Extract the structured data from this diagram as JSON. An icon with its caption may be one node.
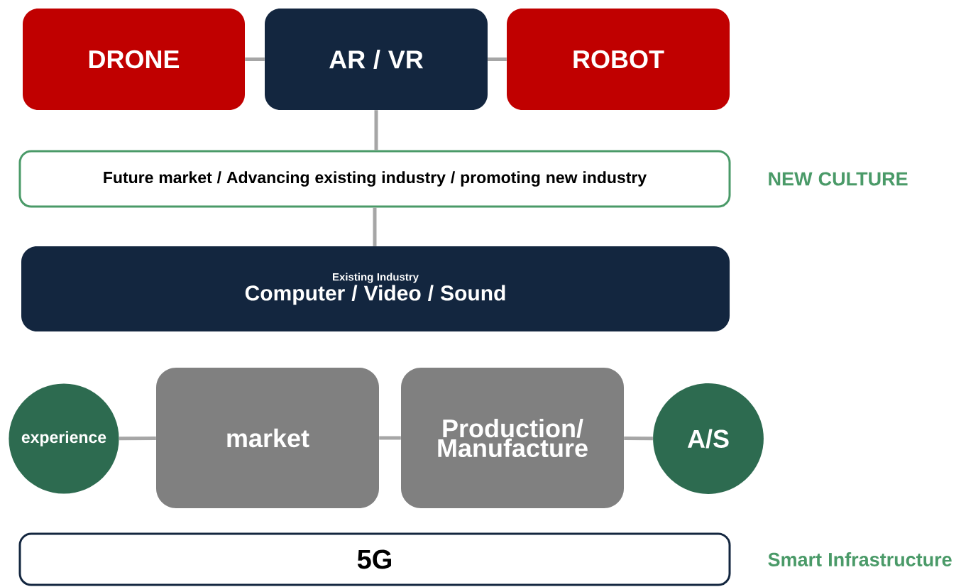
{
  "diagram": {
    "nodes": [
      {
        "text": [
          "DRONE"
        ]
      },
      {
        "text": [
          "AR  /  VR"
        ]
      },
      {
        "text": [
          "ROBOT"
        ]
      },
      {
        "text": [
          "Future market / Advancing existing industry / promoting new industry"
        ],
        "beside": [
          "NEW CULTURE"
        ]
      },
      {
        "text": [
          "Existing Industry",
          "Computer / Video / Sound"
        ]
      },
      {
        "text": [
          "experience"
        ]
      },
      {
        "text": [
          "market"
        ]
      },
      {
        "text": [
          "Production/ Manufacture"
        ]
      },
      {
        "text": [
          "A/S"
        ]
      },
      {
        "text": [
          "5G"
        ],
        "beside": [
          "Smart Infrastructure"
        ]
      }
    ],
    "edges": [
      {
        "from": 0,
        "to": 1,
        "arrow": "none"
      },
      {
        "from": 1,
        "to": 2,
        "arrow": "none"
      },
      {
        "from": 1,
        "to": 3,
        "arrow": "none"
      },
      {
        "from": 3,
        "to": 4,
        "arrow": "none"
      },
      {
        "from": 5,
        "to": 6,
        "arrow": "none"
      },
      {
        "from": 6,
        "to": 7,
        "arrow": "none"
      },
      {
        "from": 7,
        "to": 8,
        "arrow": "none"
      }
    ]
  }
}
